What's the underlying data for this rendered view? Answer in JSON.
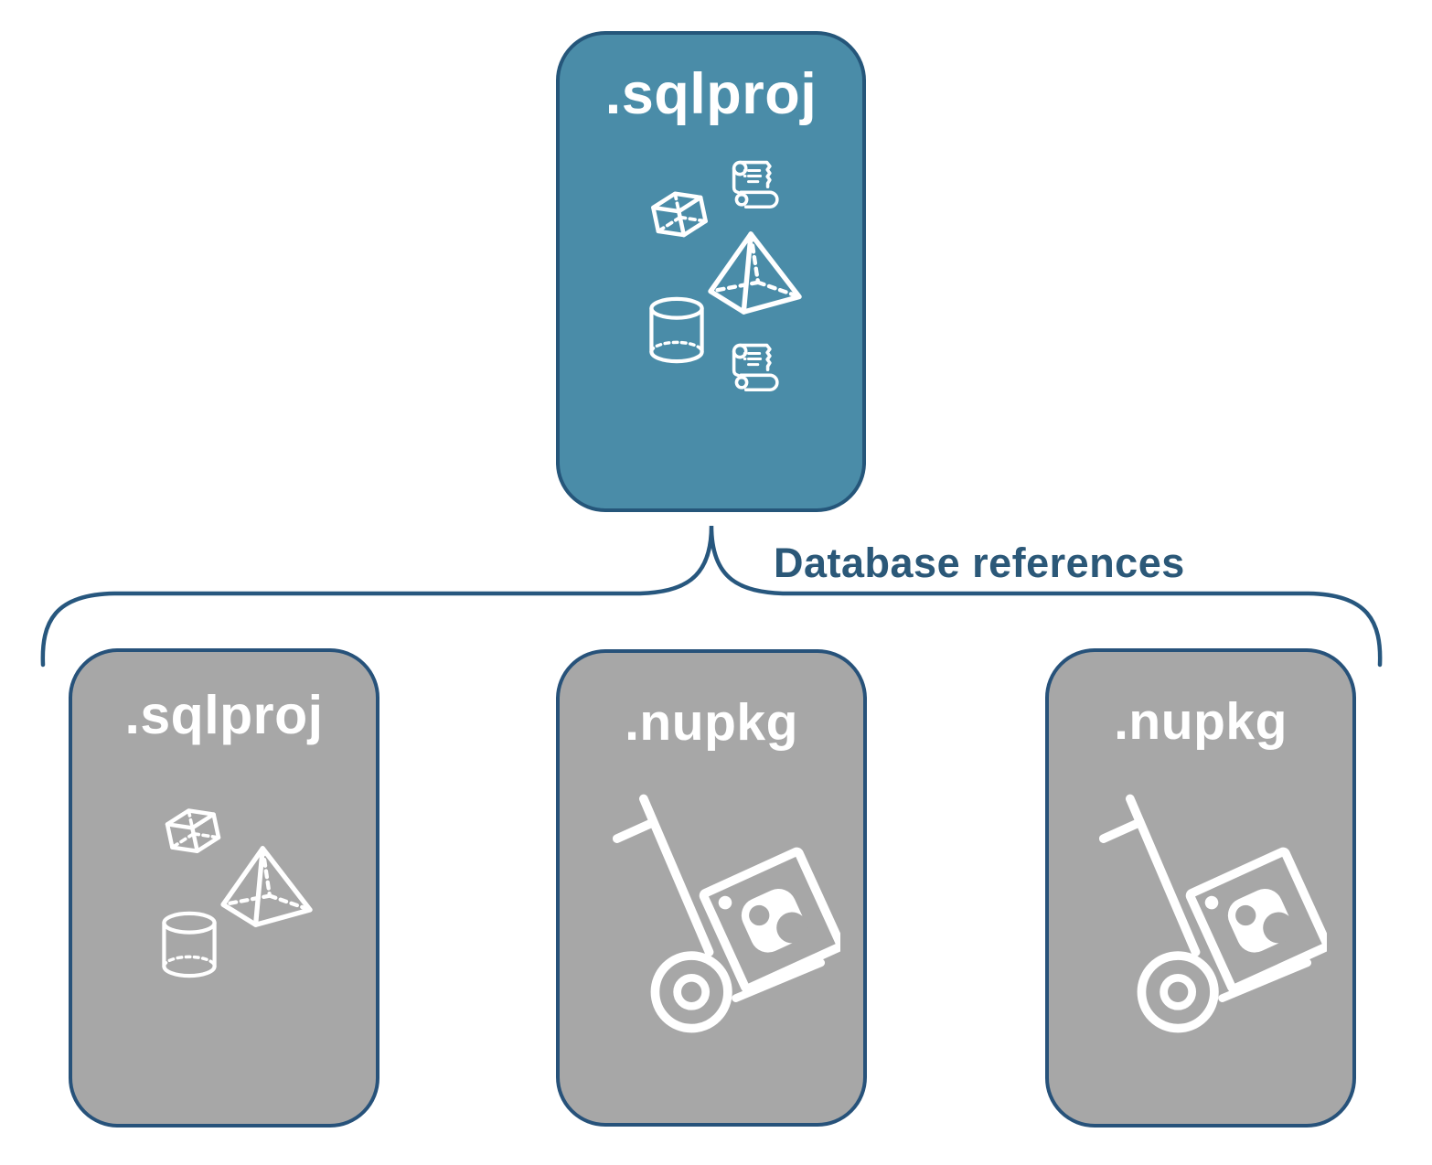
{
  "page": {
    "background": "#FFFFFF"
  },
  "colors": {
    "parent_fill": "#4A8CA8",
    "parent_border": "#25567A",
    "child_fill": "#A7A7A7",
    "child_border": "#27527A",
    "connector_line": "#27577E",
    "connector_label_text": "#2B5878",
    "icon_color": "#FFFFFF",
    "title_text": "#FFFFFF"
  },
  "parent_box": {
    "label": ".sqlproj",
    "icons": [
      "scroll-icon",
      "cube-icon",
      "pyramid-icon",
      "cylinder-icon",
      "scroll-icon"
    ]
  },
  "connector": {
    "label": "Database references"
  },
  "child_boxes": [
    {
      "label": ".sqlproj",
      "icons": [
        "cube-icon",
        "pyramid-icon",
        "cylinder-icon"
      ]
    },
    {
      "label": ".nupkg",
      "icons": [
        "handtruck-package-icon"
      ]
    },
    {
      "label": ".nupkg",
      "icons": [
        "handtruck-package-icon"
      ]
    }
  ]
}
